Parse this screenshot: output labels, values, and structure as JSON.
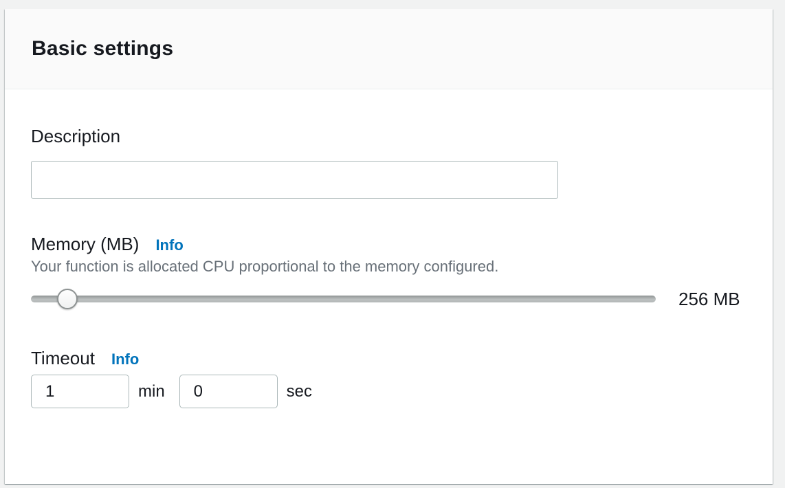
{
  "colors": {
    "page_background": "#f1f2f2",
    "card_background": "#ffffff",
    "header_background": "#fafafa",
    "divider": "#eaeded",
    "text": "#16191f",
    "muted_text": "#687078",
    "link_blue": "#0073bb",
    "input_border": "#aab7b8"
  },
  "panel": {
    "title": "Basic settings",
    "fields": {
      "description": {
        "label": "Description",
        "value": "",
        "placeholder": ""
      },
      "memory": {
        "label": "Memory (MB)",
        "info_label": "Info",
        "help": "Your function is allocated CPU proportional to the memory configured.",
        "value_display": "256 MB",
        "slider_percent": 5.8
      },
      "timeout": {
        "label": "Timeout",
        "info_label": "Info",
        "minutes": {
          "value": "1",
          "unit": "min"
        },
        "seconds": {
          "value": "0",
          "unit": "sec"
        }
      }
    }
  }
}
